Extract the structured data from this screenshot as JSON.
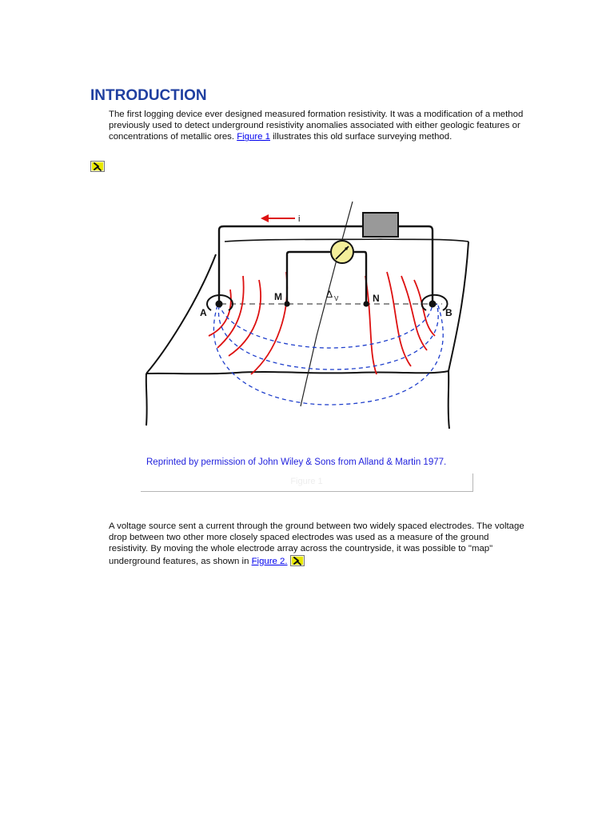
{
  "heading": "INTRODUCTION",
  "para1": {
    "before": "The first logging device ever designed measured formation resistivity. It was a modification of a method previously used to detect underground resistivity anomalies associated with either geologic features or concentrations of metallic ores. ",
    "link": "Figure 1",
    "after": " illustrates this old surface surveying method."
  },
  "figure": {
    "labels": {
      "a": "A",
      "b": "B",
      "m": "M",
      "n": "N",
      "delta": "Δ",
      "delta_sub": "V",
      "current": "i"
    },
    "credit": "Reprinted by permission of John Wiley & Sons from Alland & Martin 1977.",
    "caption": "Figure 1"
  },
  "para2": {
    "before": "A voltage source sent a current through the ground between two widely spaced electrodes. The voltage drop between two other more closely spaced electrodes was used as a measure of the ground resistivity. By moving the whole electrode array across the countryside, it was possible to \"map\" underground features, as shown in ",
    "link": "Figure 2.",
    "after": ""
  },
  "icons": {
    "jump": "jump-arrow-icon"
  },
  "colors": {
    "heading": "#1f3fa0",
    "link": "#0000ee",
    "credit": "#2222dd",
    "field_lines": "#dd1111",
    "current_lines": "#1f3fcc",
    "icon_bg": "#e8e800"
  }
}
